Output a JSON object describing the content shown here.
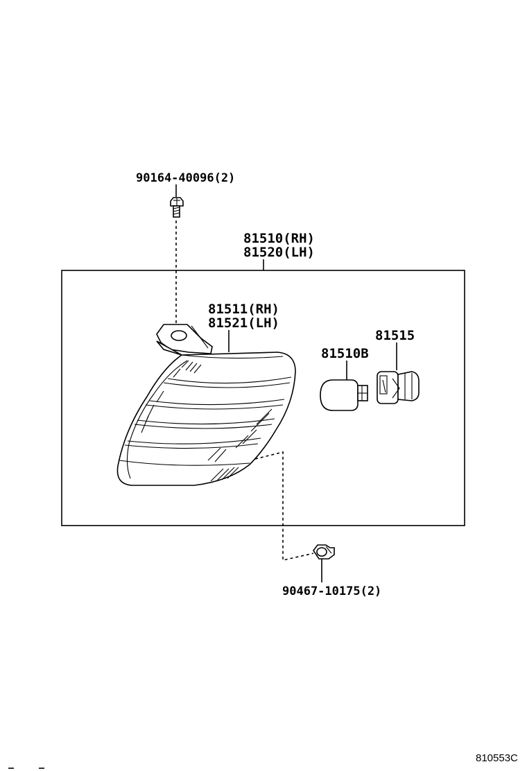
{
  "labels": {
    "screw": "90164-40096(2)",
    "assy_rh": "81510(RH)",
    "assy_lh": "81520(LH)",
    "lens_rh": "81511(RH)",
    "lens_lh": "81521(LH)",
    "socket": "81515",
    "bulb": "81510B",
    "clip": "90467-10175(2)"
  },
  "figure_code": "810553C"
}
